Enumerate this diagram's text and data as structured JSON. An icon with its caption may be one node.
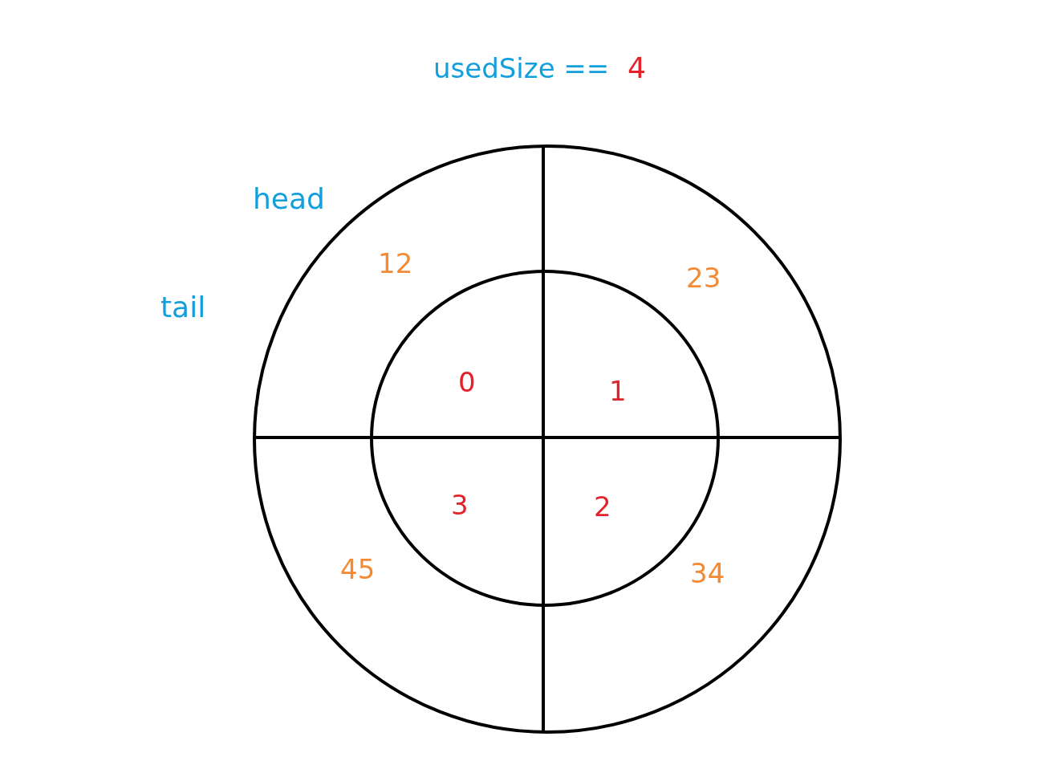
{
  "diagram": {
    "labels": [
      "usedSize ==",
      "4",
      "head",
      "12",
      "23",
      "tail",
      "0",
      "1",
      "3",
      "2",
      "45",
      "34"
    ]
  }
}
